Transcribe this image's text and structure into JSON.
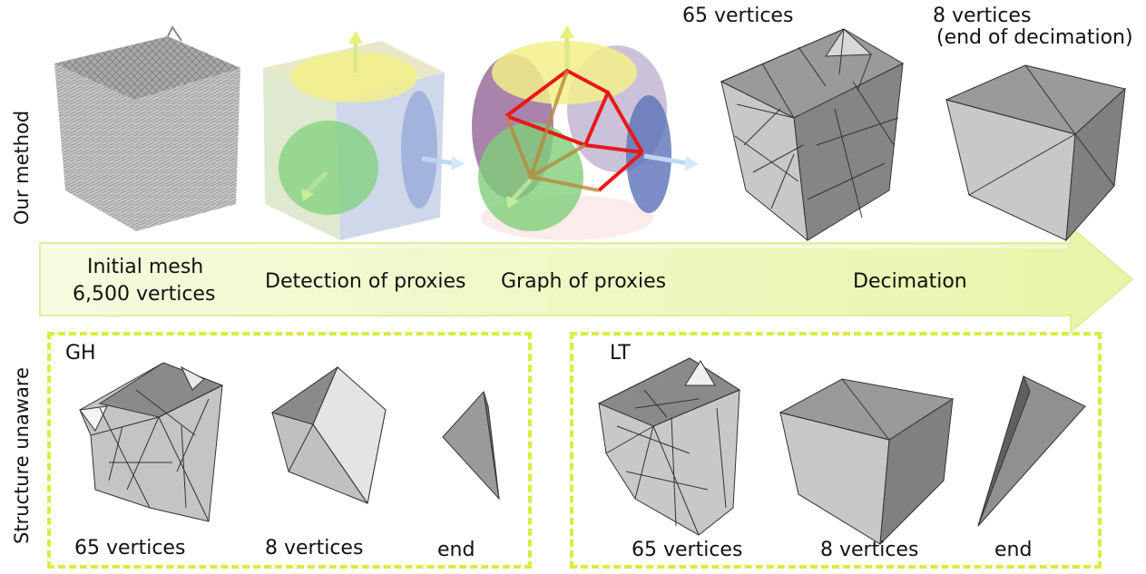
{
  "row_labels": {
    "top": "Our method",
    "bottom": "Structure unaware"
  },
  "top_row": {
    "vertices_65": "65 vertices",
    "vertices_8_line1": "8 vertices",
    "vertices_8_line2": "(end of decimation)"
  },
  "arrow_steps": {
    "initial_line1": "Initial mesh",
    "initial_line2": "6,500 vertices",
    "detection": "Detection of proxies",
    "graph": "Graph of proxies",
    "decimation": "Decimation"
  },
  "methods": [
    {
      "name": "GH",
      "captions": [
        "65 vertices",
        "8 vertices",
        "end"
      ]
    },
    {
      "name": "LT",
      "captions": [
        "65 vertices",
        "8 vertices",
        "end"
      ]
    }
  ],
  "colors": {
    "arrow_fill": "#eef8c4",
    "dashed_border": "#d9ec3f",
    "proxy_yellow": "#f3f08a",
    "proxy_green": "#7fd07a",
    "proxy_purple": "#8e5a8e",
    "proxy_blue": "#5a72b8",
    "graph_edge": "#e81818"
  }
}
